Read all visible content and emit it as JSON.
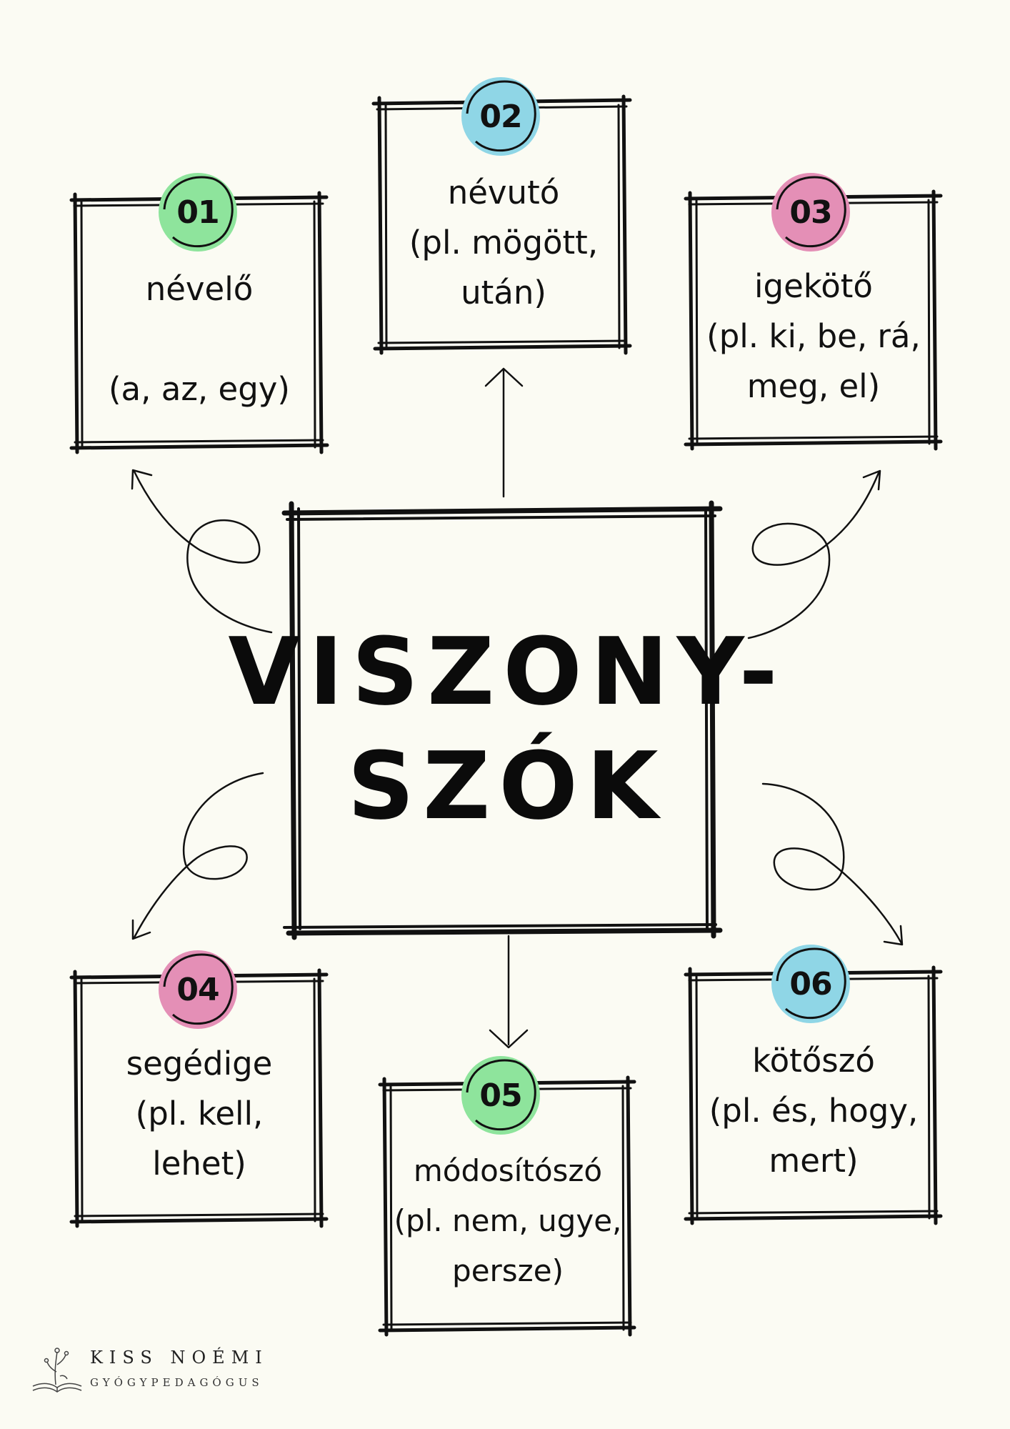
{
  "center": {
    "line1": "VISZONY-",
    "line2": "SZÓK"
  },
  "cards": [
    {
      "num": "01",
      "text": "névelő\n\n(a, az, egy)",
      "color": "#8ee49c"
    },
    {
      "num": "02",
      "text": "névutó\n(pl. mögött,\nután)",
      "color": "#8fd6e6"
    },
    {
      "num": "03",
      "text": "igekötő\n(pl. ki, be, rá,\nmeg, el)",
      "color": "#e48fb6"
    },
    {
      "num": "04",
      "text": "segédige\n(pl. kell,\nlehet)",
      "color": "#e48fb6"
    },
    {
      "num": "05",
      "text": "módosítószó\n(pl. nem, ugye,\npersze)",
      "color": "#8ee49c"
    },
    {
      "num": "06",
      "text": "kötőszó\n(pl. és, hogy,\nmert)",
      "color": "#8fd6e6"
    }
  ],
  "footer": {
    "name": "KISS NOÉMI",
    "role": "GYÓGYPEDAGÓGUS",
    "logo_icon": "open-book-flower-icon"
  }
}
